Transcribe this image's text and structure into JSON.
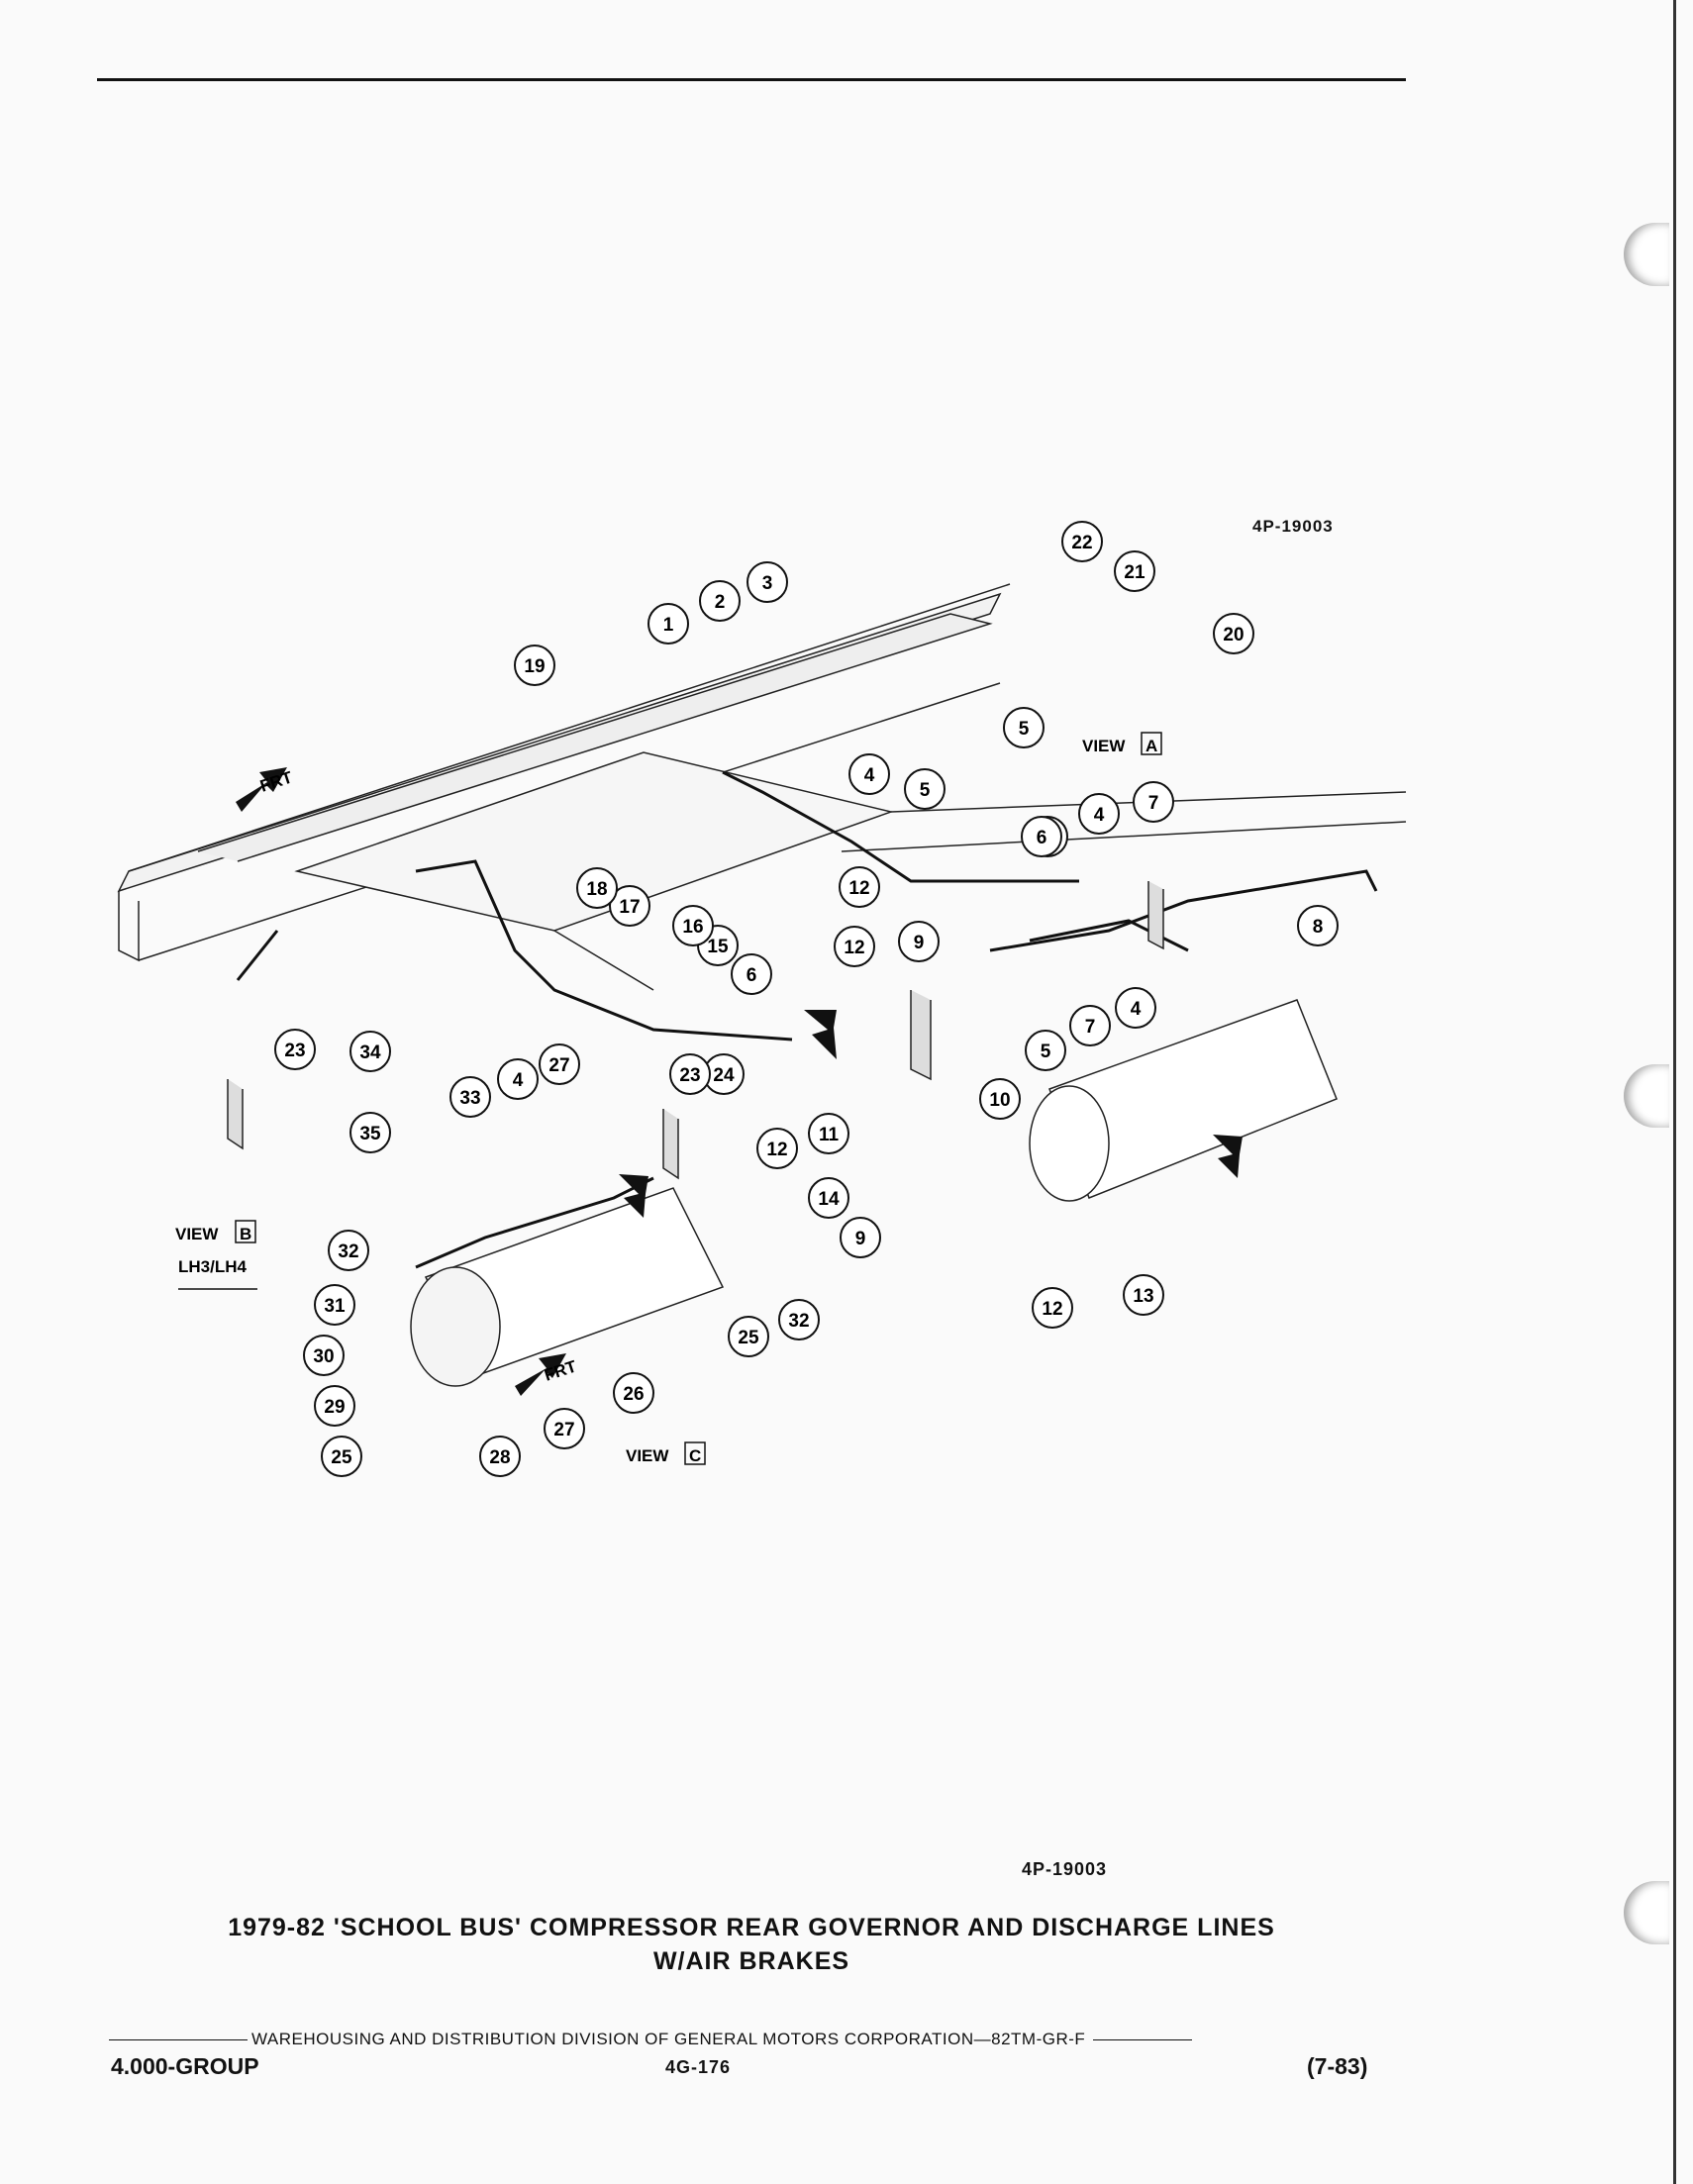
{
  "ref_top": "4P-19003",
  "ref_bottom": "4P-19003",
  "title_line1": "1979-82 'SCHOOL BUS' COMPRESSOR REAR GOVERNOR AND DISCHARGE LINES",
  "title_line2": "W/AIR BRAKES",
  "footer_text": "WAREHOUSING AND DISTRIBUTION DIVISION OF GENERAL MOTORS CORPORATION—82TM-GR-F",
  "group": "4.000-GROUP",
  "page_number": "4G-176",
  "date": "(7-83)",
  "frt_label": "FRT",
  "view_word": "VIEW",
  "view_a_letter": "A",
  "view_b_letter": "B",
  "view_c_letter": "C",
  "view_b_sub": "LH3/LH4",
  "callouts": [
    "1",
    "2",
    "3",
    "4",
    "5",
    "6",
    "7",
    "8",
    "9",
    "10",
    "11",
    "12",
    "13",
    "14",
    "15",
    "16",
    "17",
    "18",
    "19",
    "20",
    "21",
    "22",
    "23",
    "24",
    "25",
    "26",
    "27",
    "28",
    "29",
    "30",
    "31",
    "32",
    "33",
    "34",
    "35",
    "4",
    "4",
    "4",
    "5",
    "5",
    "6",
    "6",
    "7",
    "9",
    "12",
    "12",
    "12",
    "23",
    "25",
    "27",
    "32"
  ]
}
